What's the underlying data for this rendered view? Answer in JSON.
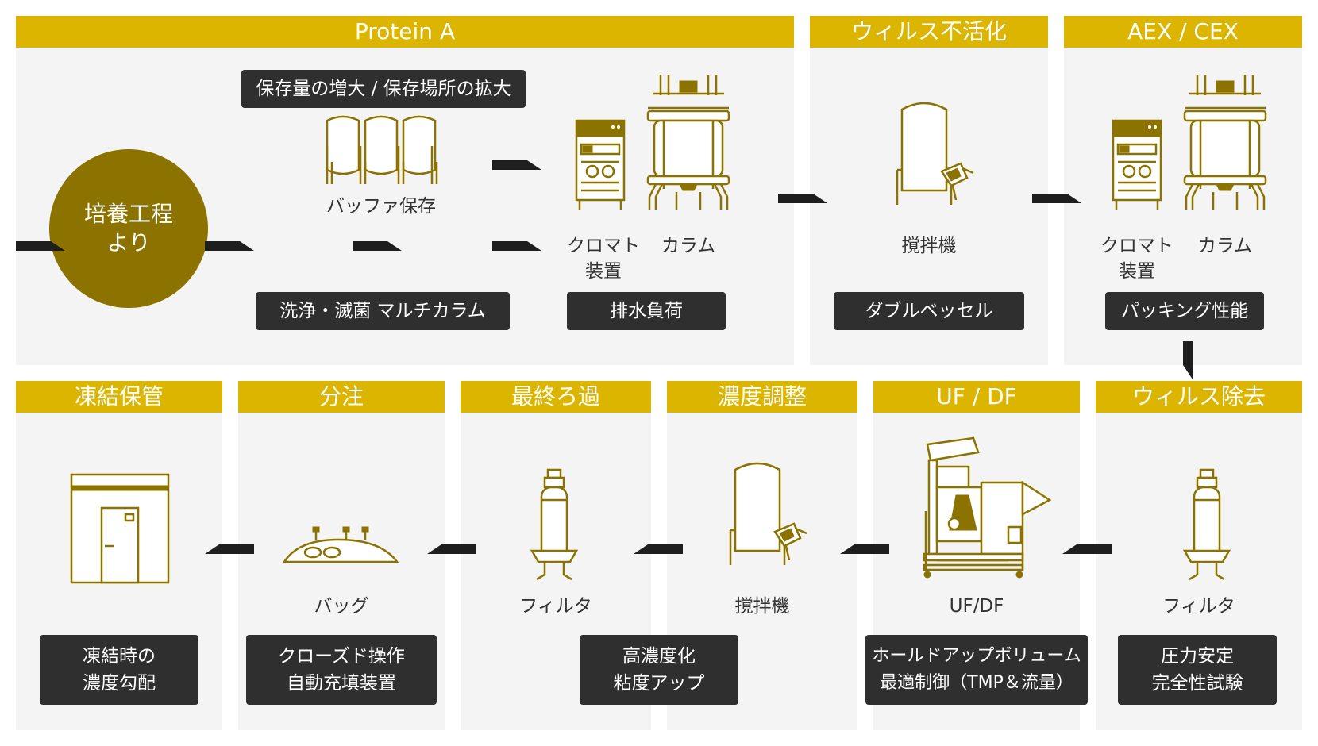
{
  "colors": {
    "header": "#dcb500",
    "accent": "#8c7300",
    "tag": "#2f2f2f",
    "panel": "#f4f4f4",
    "arrow": "#1e1e1e"
  },
  "start": {
    "label": "培養工程\nより"
  },
  "top_row": {
    "protein_a": {
      "title": "Protein A",
      "buffer_note": "保存量の増大 / 保存場所の拡大",
      "buffer_label": "バッファ保存",
      "multicolumn_tag": "洗浄・滅菌 マルチカラム",
      "chromato_label": "クロマト\n装置",
      "column_label": "カラム",
      "drain_tag": "排水負荷"
    },
    "virus_inactivation": {
      "title": "ウィルス不活化",
      "mixer_label": "撹拌機",
      "tag": "ダブルベッセル"
    },
    "aex_cex": {
      "title": "AEX / CEX",
      "chromato_label": "クロマト\n装置",
      "column_label": "カラム",
      "tag": "パッキング性能"
    }
  },
  "bottom_row": {
    "virus_removal": {
      "title": "ウィルス除去",
      "label": "フィルタ",
      "tag": "圧力安定\n完全性試験"
    },
    "uf_df": {
      "title": "UF / DF",
      "label": "UF/DF",
      "tag": "ホールドアップボリューム\n最適制御（TMP＆流量）"
    },
    "concentration": {
      "title": "濃度調整",
      "label": "撹拌機"
    },
    "final_filtration": {
      "title": "最終ろ過",
      "label": "フィルタ"
    },
    "shared_tag": "高濃度化\n粘度アップ",
    "dispensing": {
      "title": "分注",
      "label": "バッグ",
      "tag": "クローズド操作\n自動充填装置"
    },
    "frozen_storage": {
      "title": "凍結保管",
      "tag": "凍結時の\n濃度勾配"
    }
  },
  "icons": [
    "arrow-right-icon",
    "arrow-left-icon",
    "arrow-down-icon",
    "buffer-bags-icon",
    "chromatography-device-icon",
    "column-icon",
    "mixer-tank-icon",
    "filter-icon",
    "uf-df-system-icon",
    "bag-icon",
    "freezer-room-icon"
  ]
}
